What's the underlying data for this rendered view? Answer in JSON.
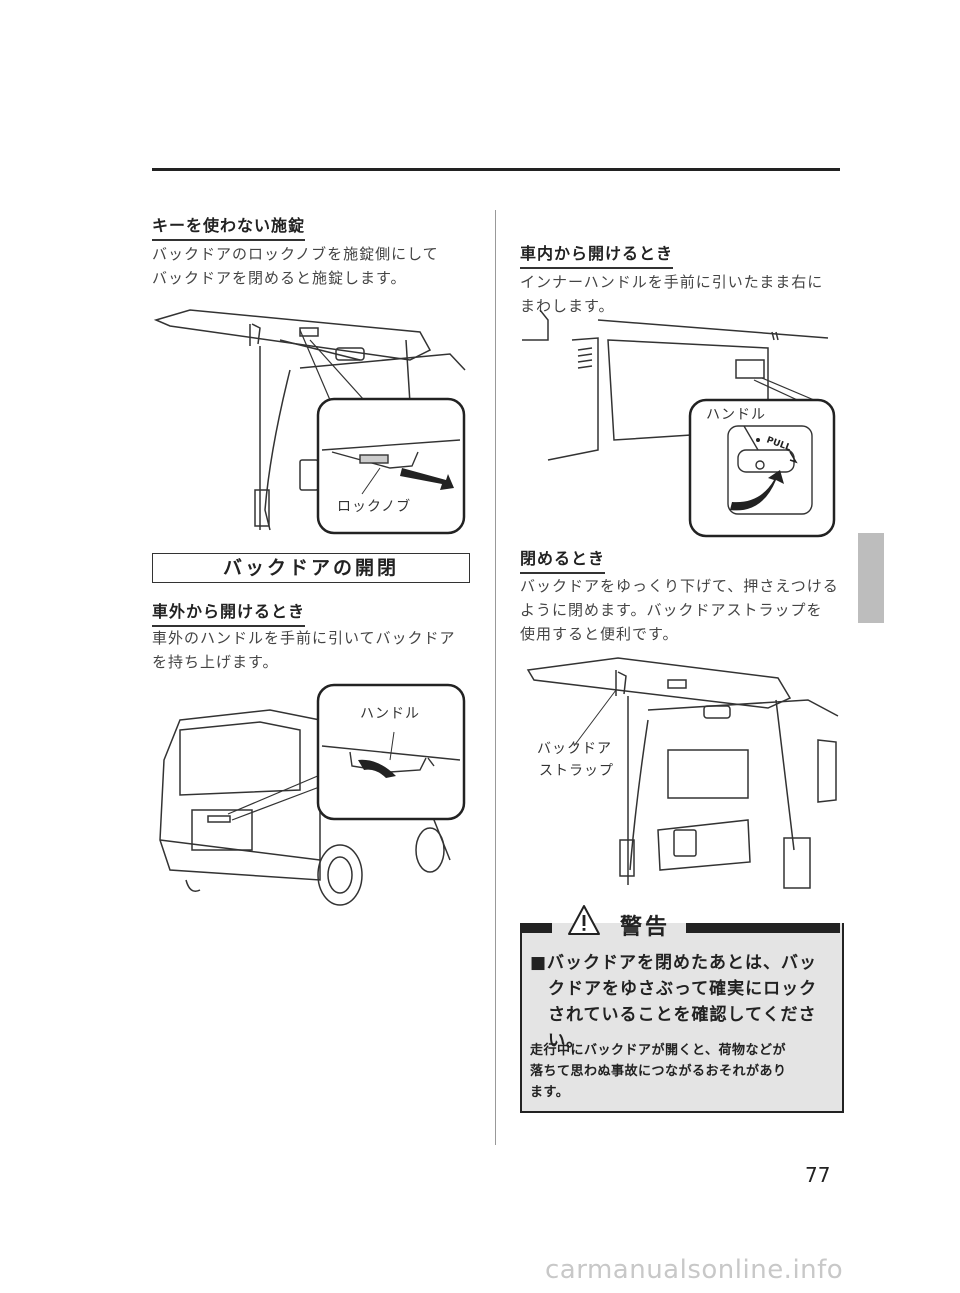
{
  "left": {
    "section1": {
      "heading": "キーを使わない施錠",
      "body": [
        "バックドアのロックノブを施錠側にして",
        "バックドアを閉めると施錠します。"
      ],
      "callout": "ロックノブ"
    },
    "boxed_title": "バックドアの開閉",
    "section2": {
      "heading": "車外から開けるとき",
      "body": [
        "車外のハンドルを手前に引いてバックドア",
        "を持ち上げます。"
      ],
      "callout": "ハンドル"
    }
  },
  "right": {
    "section1": {
      "heading": "車内から開けるとき",
      "body": [
        "インナーハンドルを手前に引いたまま右に",
        "まわします。"
      ],
      "callout": "ハンドル",
      "pull_label": "PULL"
    },
    "section2": {
      "heading": "閉めるとき",
      "body": [
        "バックドアをゆっくり下げて、押さえつける",
        "ように閉めます。バックドアストラップを",
        "使用すると便利です。"
      ],
      "callout": [
        "バックドア",
        "ストラップ"
      ]
    },
    "warning": {
      "title": "警告",
      "main": [
        "■バックドアを閉めたあとは、バッ",
        "　クドアをゆさぶって確実にロック",
        "　されていることを確認してくださ",
        "　い。"
      ],
      "sub": [
        "走行中にバックドアが開くと、荷物などが",
        "落ちて思わぬ事故につながるおそれがあり",
        "ます。"
      ]
    }
  },
  "page_number": "77",
  "watermark": "carmanualsonline.info"
}
